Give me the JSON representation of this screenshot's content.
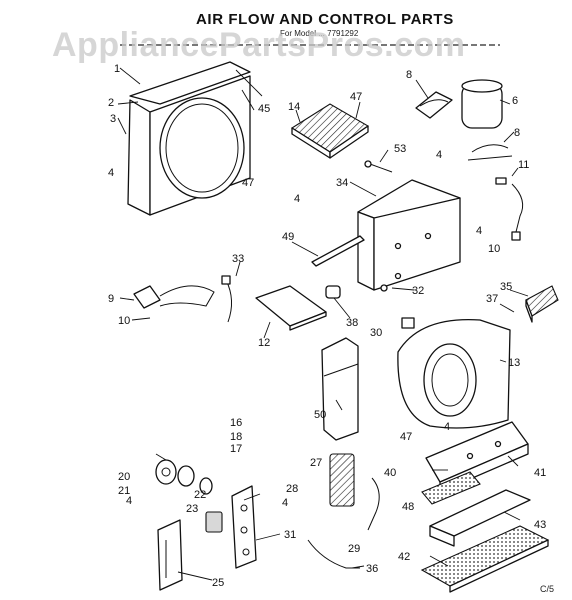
{
  "title": "AIR FLOW AND CONTROL PARTS",
  "subtitle": "For Model ... 7791292",
  "watermark": "AppliancePartsPros.com",
  "corner_code": "C/5",
  "callouts": [
    "1",
    "2",
    "3",
    "4",
    "45",
    "47",
    "14",
    "47",
    "8",
    "6",
    "8",
    "11",
    "53",
    "4",
    "34",
    "4",
    "49",
    "33",
    "9",
    "10",
    "12",
    "38",
    "30",
    "32",
    "35",
    "37",
    "10",
    "13",
    "50",
    "16",
    "18",
    "17",
    "20",
    "21",
    "22",
    "23",
    "4",
    "28",
    "4",
    "25",
    "31",
    "27",
    "40",
    "29",
    "36",
    "47",
    "4",
    "41",
    "48",
    "43",
    "42",
    "4"
  ]
}
